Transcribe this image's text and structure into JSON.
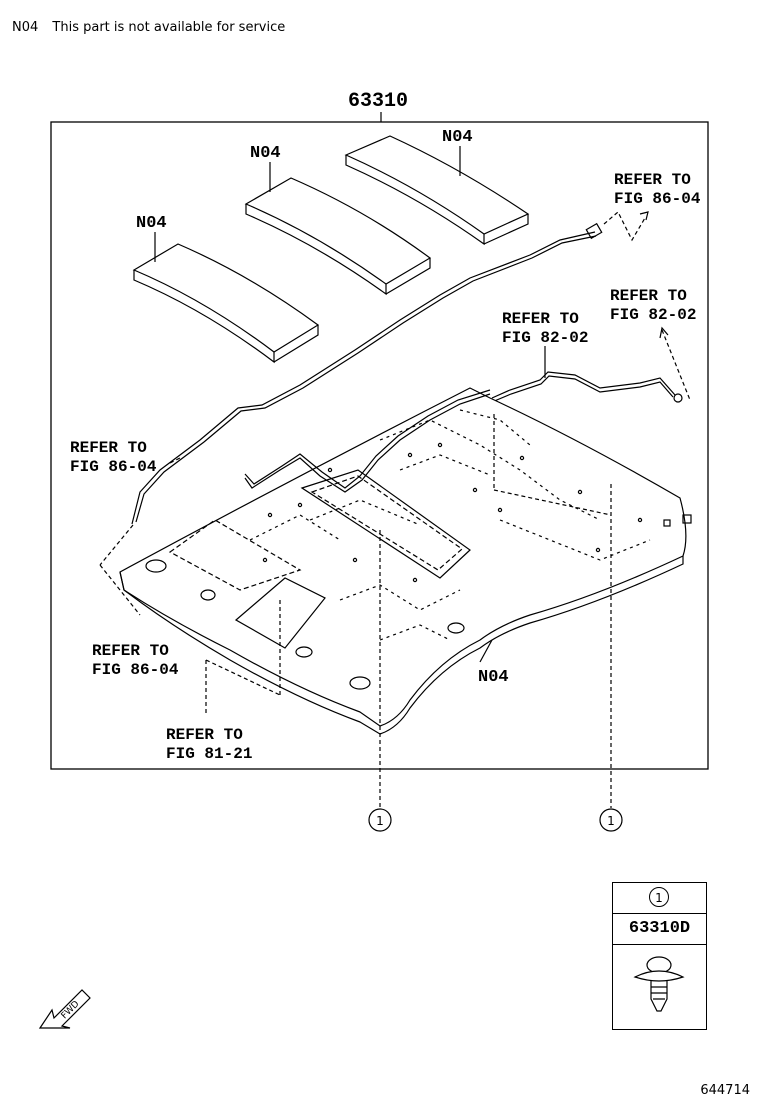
{
  "note": {
    "code": "N04",
    "text": "This part is not available for service"
  },
  "main_part": "63310",
  "pads": [
    "N04",
    "N04",
    "N04"
  ],
  "headliner_label": "N04",
  "references": [
    {
      "line1": "REFER TO",
      "line2": "FIG 86-04"
    },
    {
      "line1": "REFER TO",
      "line2": "FIG 82-02"
    },
    {
      "line1": "REFER TO",
      "line2": "FIG 82-02"
    },
    {
      "line1": "REFER TO",
      "line2": "FIG 86-04"
    },
    {
      "line1": "REFER TO",
      "line2": "FIG 86-04"
    },
    {
      "line1": "REFER TO",
      "line2": "FIG 81-21"
    }
  ],
  "callouts": [
    "1",
    "1"
  ],
  "legend": {
    "callout": "1",
    "part": "63310D"
  },
  "fwd_label": "FWD",
  "figure_number": "644714"
}
